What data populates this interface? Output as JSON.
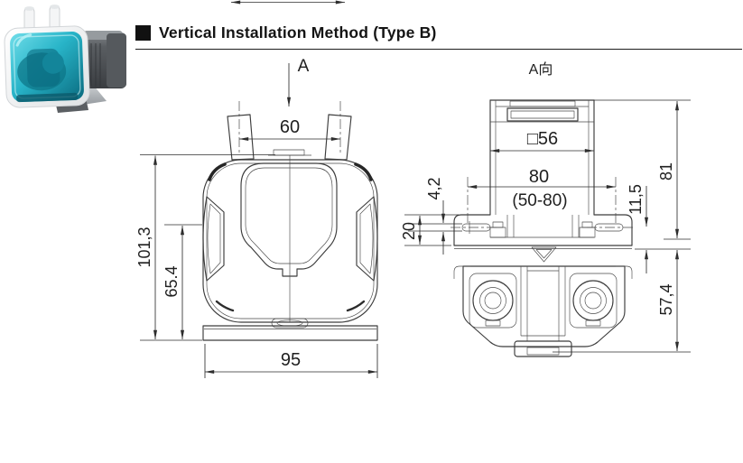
{
  "header": {
    "title": "Vertical Installation Method (Type B)"
  },
  "front_view": {
    "section_label": "A",
    "dim_tube_spacing": "60",
    "dim_total_height": "101,3",
    "dim_head_height": "65.4",
    "dim_base_width": "95"
  },
  "side_view": {
    "view_label": "A向",
    "dim_motor_square": "□56",
    "dim_mount_span": "80",
    "dim_mount_range": "(50-80)",
    "dim_slot_width": "4,2",
    "dim_flange_height": "20",
    "dim_slot_offset": "11,5",
    "dim_upper_height": "81",
    "dim_lower_height": "57,4"
  },
  "colors": {
    "line": "#3c3c3c",
    "teal_bright": "#3ec8d8",
    "teal_deep": "#0c6e82",
    "motor_gray": "#4a4e52",
    "accent_black": "#111111"
  }
}
